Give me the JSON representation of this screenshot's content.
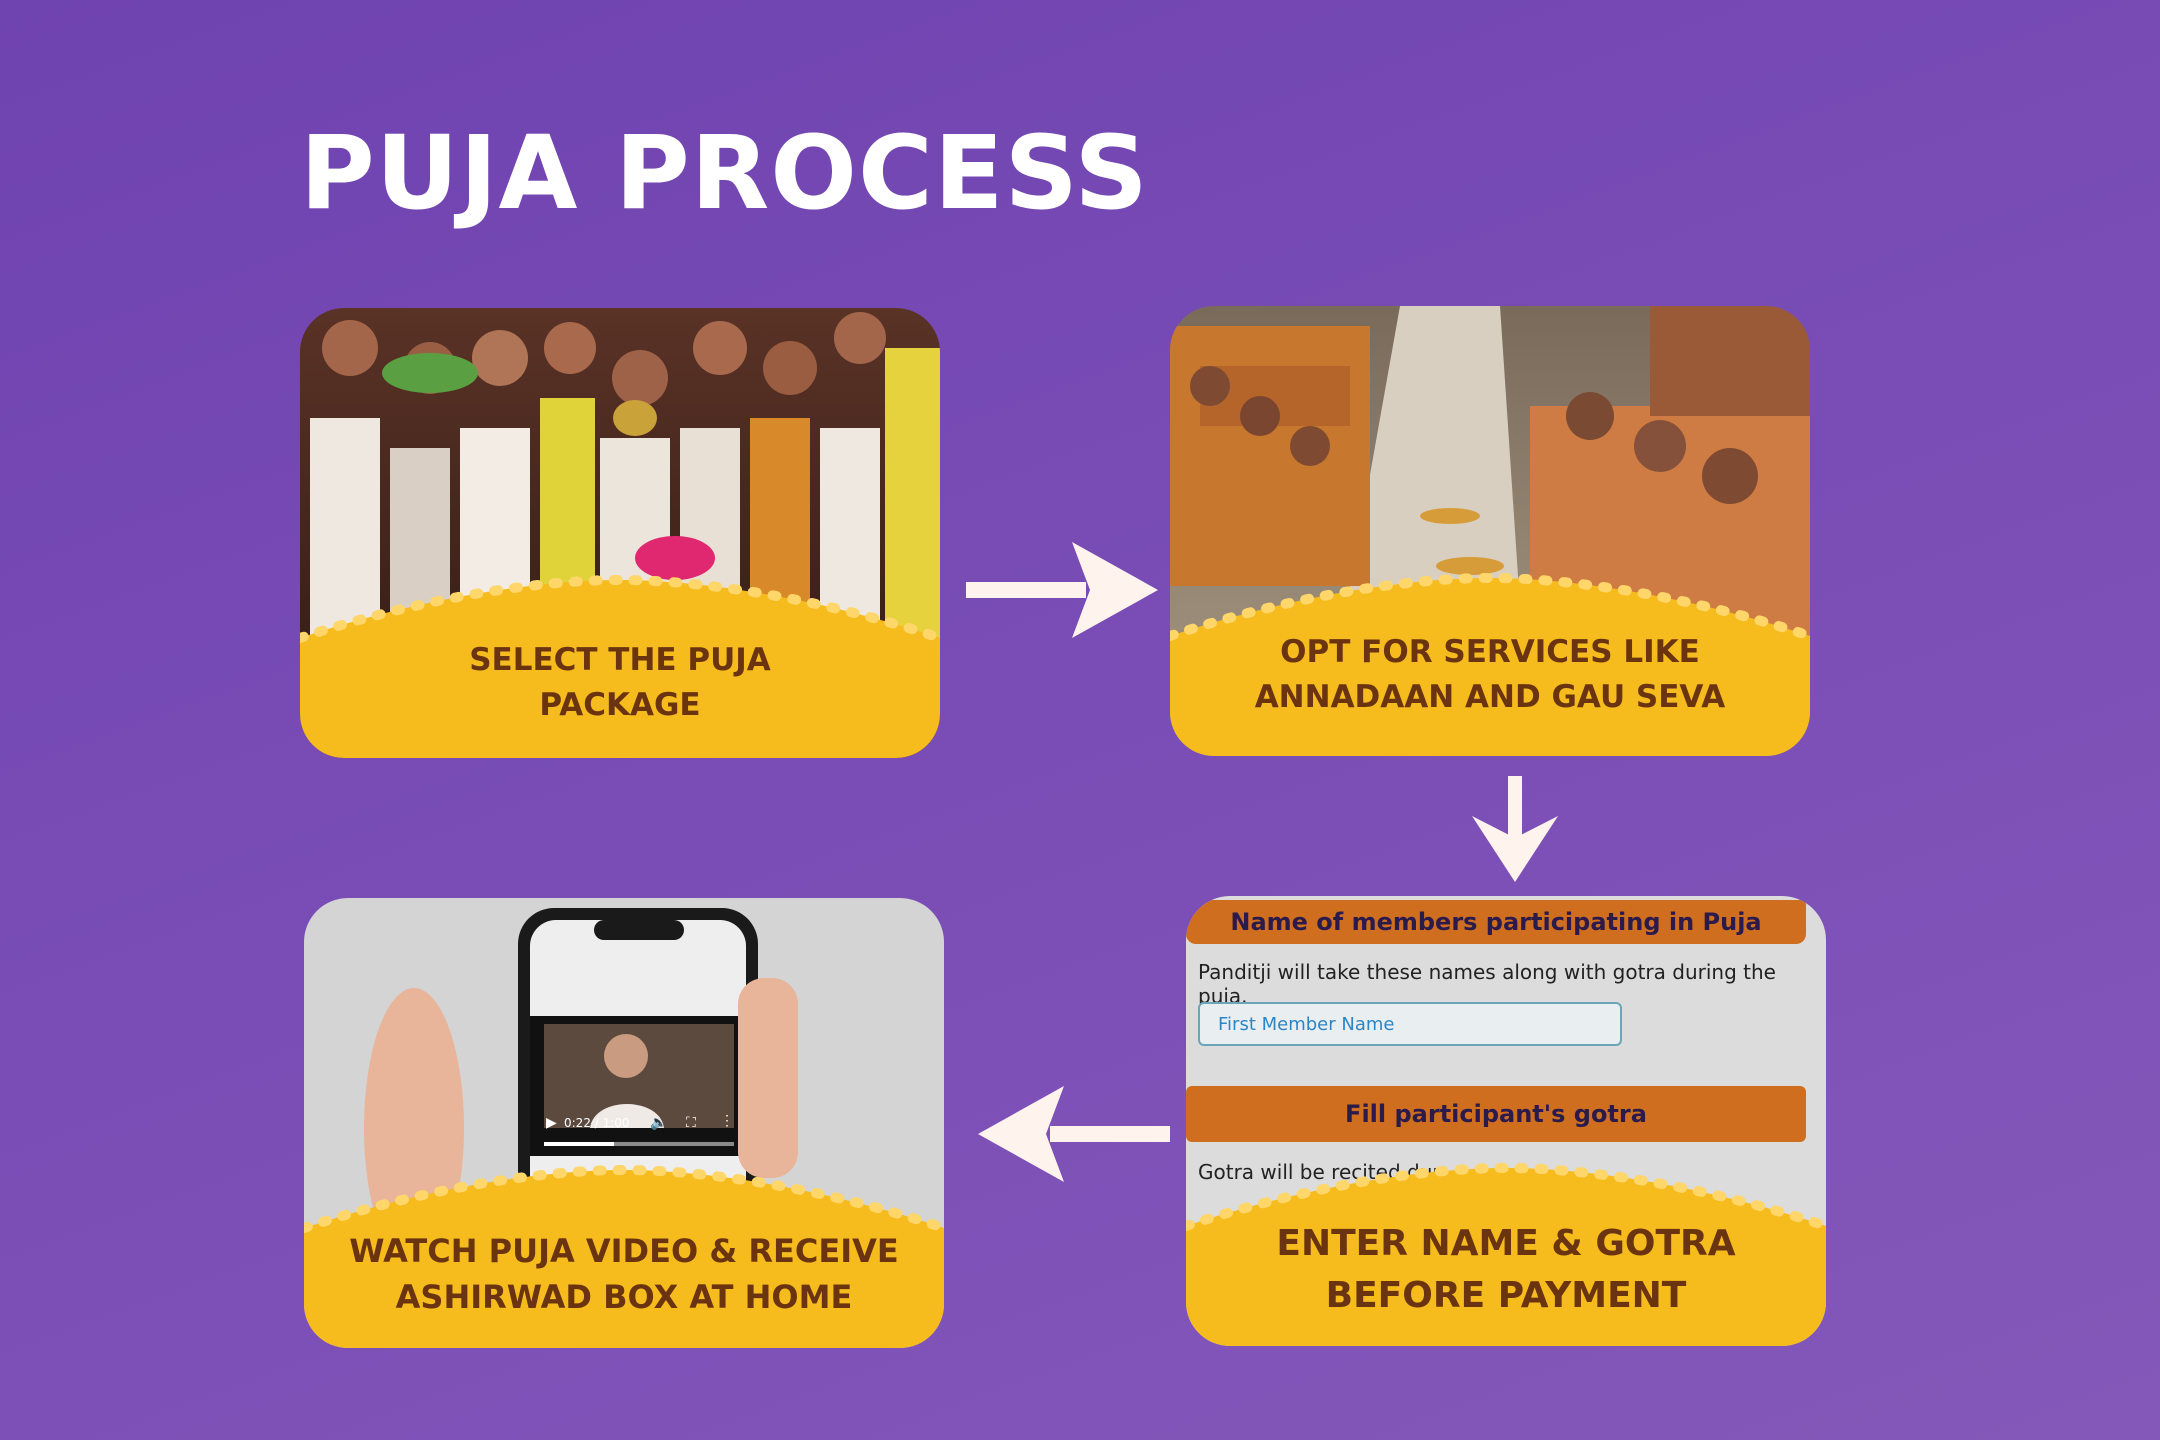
{
  "page": {
    "title": "PUJA PROCESS"
  },
  "steps": [
    {
      "caption_lines": [
        "SELECT THE PUJA",
        "PACKAGE"
      ]
    },
    {
      "caption_lines": [
        "OPT FOR SERVICES LIKE",
        "ANNADAAN AND GAU SEVA"
      ]
    },
    {
      "caption_lines": [
        "ENTER NAME & GOTRA",
        "BEFORE PAYMENT"
      ]
    },
    {
      "caption_lines": [
        "WATCH PUJA VIDEO & RECEIVE",
        "ASHIRWAD BOX AT HOME"
      ]
    }
  ],
  "form": {
    "members_header": "Name of members participating in Puja",
    "members_note": "Panditji will take these names along with gotra during the puja.",
    "first_member_placeholder": "First Member Name",
    "gotra_header": "Fill participant's gotra",
    "gotra_note": "Gotra will be recited dur"
  },
  "video": {
    "time": "0:22 / 1:00"
  },
  "colors": {
    "background": "#7a4db6",
    "card_yellow": "#f6bb1d",
    "caption_text": "#6b3410",
    "form_header": "#cf6e1e",
    "arrow": "#ffffff"
  },
  "icons": [
    "arrow-right-icon",
    "arrow-down-icon",
    "arrow-left-icon",
    "play-icon",
    "volume-icon",
    "fullscreen-icon",
    "more-icon"
  ]
}
